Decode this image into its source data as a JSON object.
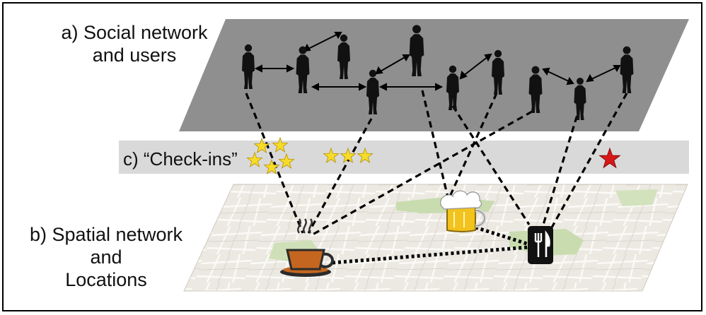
{
  "labels": {
    "social_line1": "a) Social network",
    "social_line2": "and users",
    "checkins": "c) “Check-ins”",
    "spatial_line1": "b) Spatial network",
    "spatial_line2": "and",
    "spatial_line3": "Locations"
  },
  "icons": {
    "users": "person-silhouette-icon",
    "cafe": "coffee-cup-icon",
    "bar": "beer-mug-icon",
    "restaurant": "fork-knife-icon",
    "checkin": "star-icon"
  },
  "colors": {
    "social_plane": "#8f8f8f",
    "checkin_band": "#d9d9d9",
    "map_base": "#ebe8e1",
    "map_park": "#c9dcb0",
    "star_gold": "#f6dc2a",
    "star_red": "#d81818",
    "coffee": "#c4661f",
    "beer": "#f2c21d",
    "restaurant_sign": "#111111"
  }
}
